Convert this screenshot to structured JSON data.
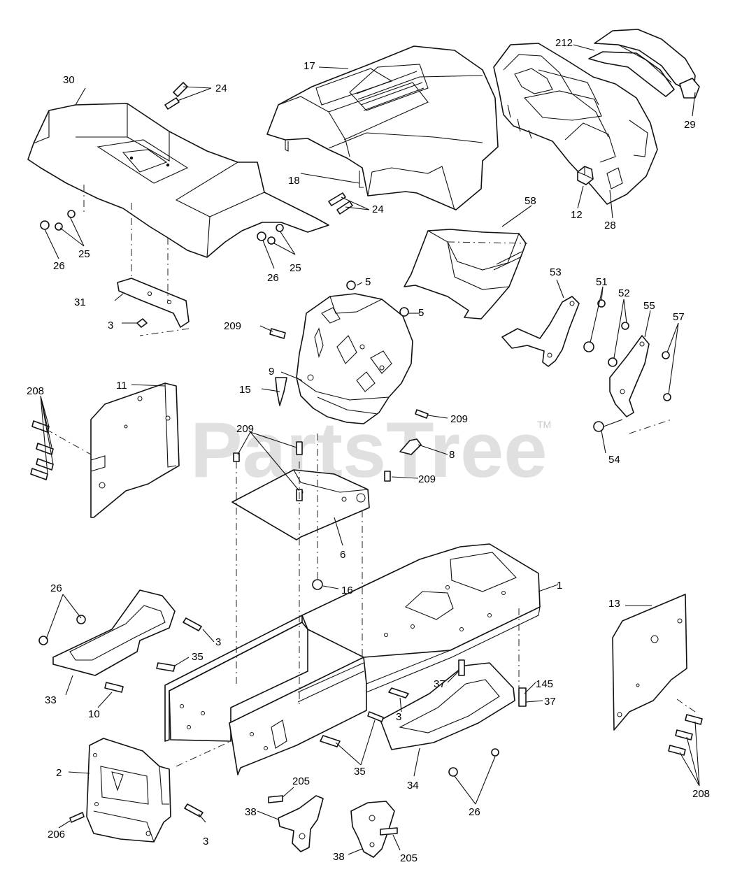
{
  "watermark": {
    "text": "PartsTree",
    "mark": "TM"
  },
  "callouts": [
    {
      "id": "c-30",
      "label": "30"
    },
    {
      "id": "c-24a",
      "label": "24"
    },
    {
      "id": "c-17",
      "label": "17"
    },
    {
      "id": "c-212",
      "label": "212"
    },
    {
      "id": "c-29",
      "label": "29"
    },
    {
      "id": "c-18",
      "label": "18"
    },
    {
      "id": "c-24b",
      "label": "24"
    },
    {
      "id": "c-12",
      "label": "12"
    },
    {
      "id": "c-28",
      "label": "28"
    },
    {
      "id": "c-58",
      "label": "58"
    },
    {
      "id": "c-25a",
      "label": "25"
    },
    {
      "id": "c-26a",
      "label": "26"
    },
    {
      "id": "c-26b",
      "label": "26"
    },
    {
      "id": "c-25b",
      "label": "25"
    },
    {
      "id": "c-5a",
      "label": "5"
    },
    {
      "id": "c-53",
      "label": "53"
    },
    {
      "id": "c-51",
      "label": "51"
    },
    {
      "id": "c-52",
      "label": "52"
    },
    {
      "id": "c-31",
      "label": "31"
    },
    {
      "id": "c-5b",
      "label": "5"
    },
    {
      "id": "c-55",
      "label": "55"
    },
    {
      "id": "c-57",
      "label": "57"
    },
    {
      "id": "c-3a",
      "label": "3"
    },
    {
      "id": "c-209a",
      "label": "209"
    },
    {
      "id": "c-9",
      "label": "9"
    },
    {
      "id": "c-208a",
      "label": "208"
    },
    {
      "id": "c-11",
      "label": "11"
    },
    {
      "id": "c-15",
      "label": "15"
    },
    {
      "id": "c-209b",
      "label": "209"
    },
    {
      "id": "c-209c",
      "label": "209"
    },
    {
      "id": "c-54",
      "label": "54"
    },
    {
      "id": "c-8",
      "label": "8"
    },
    {
      "id": "c-209d",
      "label": "209"
    },
    {
      "id": "c-6",
      "label": "6"
    },
    {
      "id": "c-1",
      "label": "1"
    },
    {
      "id": "c-16",
      "label": "16"
    },
    {
      "id": "c-26c",
      "label": "26"
    },
    {
      "id": "c-13",
      "label": "13"
    },
    {
      "id": "c-3b",
      "label": "3"
    },
    {
      "id": "c-35a",
      "label": "35"
    },
    {
      "id": "c-37a",
      "label": "37"
    },
    {
      "id": "c-145",
      "label": "145"
    },
    {
      "id": "c-37b",
      "label": "37"
    },
    {
      "id": "c-33",
      "label": "33"
    },
    {
      "id": "c-10",
      "label": "10"
    },
    {
      "id": "c-3c",
      "label": "3"
    },
    {
      "id": "c-2",
      "label": "2"
    },
    {
      "id": "c-35b",
      "label": "35"
    },
    {
      "id": "c-34",
      "label": "34"
    },
    {
      "id": "c-208b",
      "label": "208"
    },
    {
      "id": "c-205a",
      "label": "205"
    },
    {
      "id": "c-26d",
      "label": "26"
    },
    {
      "id": "c-38a",
      "label": "38"
    },
    {
      "id": "c-3d",
      "label": "3"
    },
    {
      "id": "c-206",
      "label": "206"
    },
    {
      "id": "c-38b",
      "label": "38"
    },
    {
      "id": "c-205b",
      "label": "205"
    }
  ]
}
